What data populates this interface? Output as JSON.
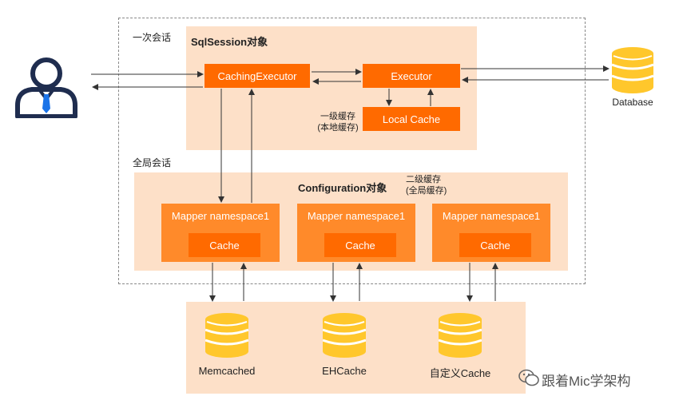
{
  "session_label": "一次会话",
  "global_label": "全局会话",
  "sqlsession_title": "SqlSession对象",
  "configuration_title": "Configuration对象",
  "caching_executor": "CachingExecutor",
  "executor": "Executor",
  "local_cache": "Local Cache",
  "level1_cache_line1": "一级缓存",
  "level1_cache_line2": "(本地缓存)",
  "level2_cache_line1": "二级缓存",
  "level2_cache_line2": "(全局缓存)",
  "mappers": [
    {
      "title": "Mapper namespace1",
      "cache": "Cache"
    },
    {
      "title": "Mapper namespace1",
      "cache": "Cache"
    },
    {
      "title": "Mapper namespace1",
      "cache": "Cache"
    }
  ],
  "database_label": "Database",
  "stores": [
    {
      "label": "Memcached"
    },
    {
      "label": "EHCache"
    },
    {
      "label": "自定义Cache"
    }
  ],
  "watermark": "跟着Mic学架构",
  "colors": {
    "orange_dark": "#ff6a00",
    "orange_light": "#ff8a2a",
    "panel": "#fde0c8",
    "db_yellow": "#ffc72c",
    "user_navy": "#1f2d4f",
    "tie_blue": "#1a73e8"
  },
  "icons": [
    "user-icon",
    "database-icon",
    "wechat-icon"
  ]
}
